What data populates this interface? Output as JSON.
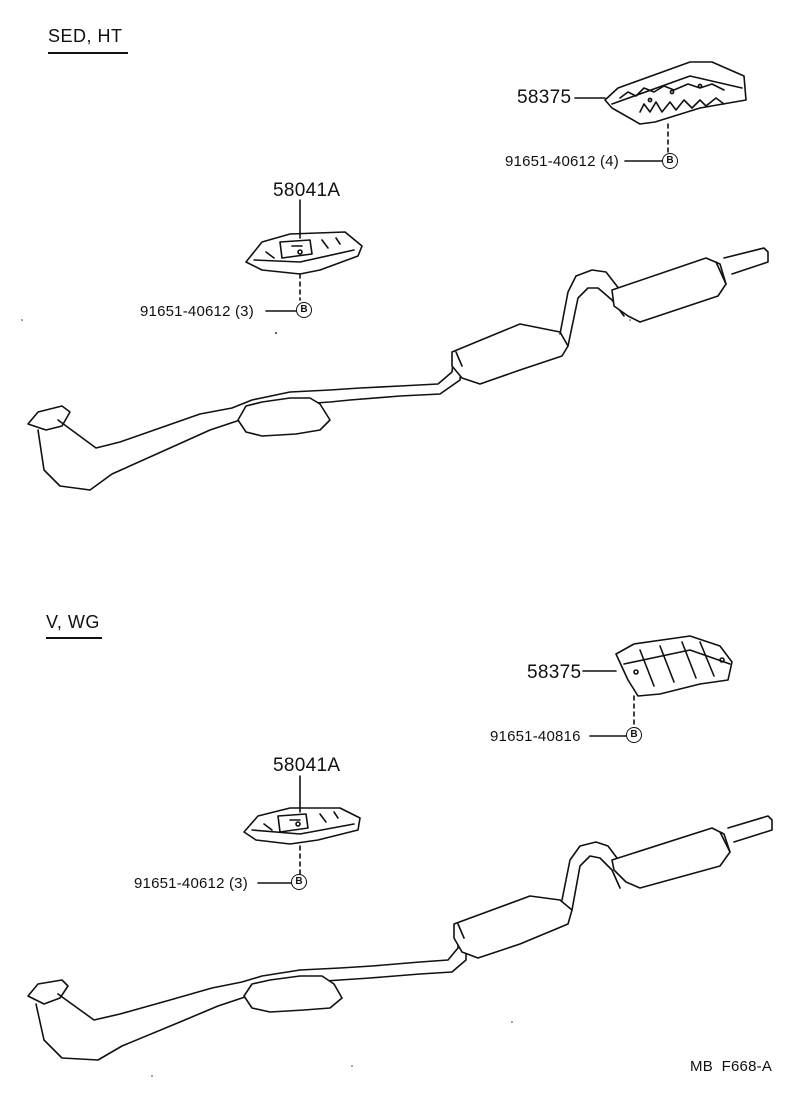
{
  "sections": [
    {
      "title": "SED, HT",
      "cover_main": "58375",
      "cover_main_bolt": "91651-40612 (4)",
      "cover_front": "58041A",
      "cover_front_bolt": "91651-40612 (3)",
      "bolt_badge": "B"
    },
    {
      "title": "V, WG",
      "cover_main": "58375",
      "cover_main_bolt": "91651-40816",
      "cover_front": "58041A",
      "cover_front_bolt": "91651-40612 (3)",
      "bolt_badge": "B"
    }
  ],
  "footer": {
    "code": "MB  F668-A"
  }
}
